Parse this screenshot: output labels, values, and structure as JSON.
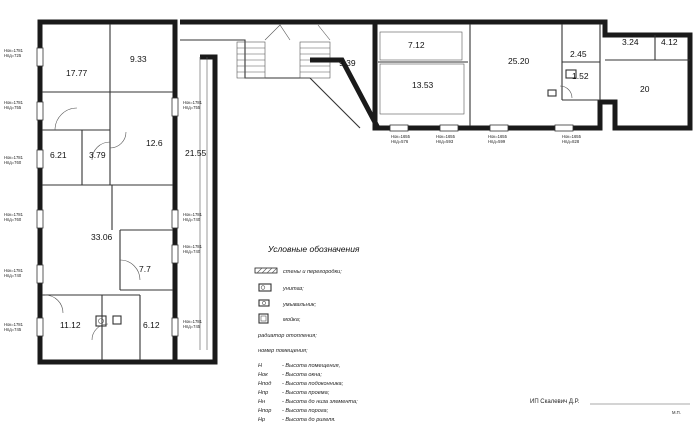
{
  "rooms": [
    {
      "id": "r1",
      "area": "17.77"
    },
    {
      "id": "r2",
      "area": "9.33"
    },
    {
      "id": "r3",
      "area": "6.21"
    },
    {
      "id": "r4",
      "area": "3.79"
    },
    {
      "id": "r5",
      "area": "12.6"
    },
    {
      "id": "r6",
      "area": "21.55"
    },
    {
      "id": "r7",
      "area": "33.06"
    },
    {
      "id": "r8",
      "area": "7.7"
    },
    {
      "id": "r9",
      "area": "11.12"
    },
    {
      "id": "r10",
      "area": "6.12"
    },
    {
      "id": "r11",
      "area": "9.39"
    },
    {
      "id": "r12",
      "area": "7.12"
    },
    {
      "id": "r13",
      "area": "13.53"
    },
    {
      "id": "r14",
      "area": "25.20"
    },
    {
      "id": "r15",
      "area": "2.45"
    },
    {
      "id": "r16",
      "area": "1.52"
    },
    {
      "id": "r17",
      "area": "3.24"
    },
    {
      "id": "r18",
      "area": "4.12"
    },
    {
      "id": "r19",
      "area": "20"
    }
  ],
  "window_marks": {
    "left": [
      {
        "h1": "Hок=1781",
        "h2": "Hпд=725"
      },
      {
        "h1": "Hок=1781",
        "h2": "Hпд=755"
      },
      {
        "h1": "Hок=1781",
        "h2": "Hпд=760"
      },
      {
        "h1": "Hок=1781",
        "h2": "Hпд=760"
      },
      {
        "h1": "Hок=1781",
        "h2": "Hпд=740"
      },
      {
        "h1": "Hок=1781",
        "h2": "Hпд=745"
      }
    ],
    "middle": [
      {
        "h1": "Hок=1781",
        "h2": "Hпд=755"
      },
      {
        "h1": "Hок=1781",
        "h2": "Hпд=740"
      },
      {
        "h1": "Hок=1781",
        "h2": "Hпд=740"
      },
      {
        "h1": "Hок=1781",
        "h2": "Hпд=745"
      }
    ],
    "bottom": [
      {
        "h1": "Hок=1655",
        "h2": "Hпд=576"
      },
      {
        "h1": "Hок=1655",
        "h2": "Hпд=593"
      },
      {
        "h1": "Hок=1655",
        "h2": "Hпд=599"
      },
      {
        "h1": "Hок=1655",
        "h2": "Hпд=828"
      }
    ]
  },
  "legend": {
    "title": "Условные обозначения",
    "items": [
      "стены и перегородки;",
      "унитаз;",
      "умывальник;",
      "мойка;",
      "радиатор отопления;",
      "номер помещения;"
    ],
    "abbreviations": [
      {
        "key": "H",
        "text": "- Высота помещения,"
      },
      {
        "key": "Hок",
        "text": "- Высота окна;"
      },
      {
        "key": "Hпод",
        "text": "- Высота подоконника;"
      },
      {
        "key": "Hпр",
        "text": "- Высота проема;"
      },
      {
        "key": "Hн",
        "text": "- Высота до низа элемента;"
      },
      {
        "key": "Hпор",
        "text": "- Высота порога;"
      },
      {
        "key": "Hр",
        "text": "- Высота до ригеля."
      }
    ]
  },
  "signature": {
    "name": "ИП Скалевич Д.Р.",
    "stamp": "М.П."
  }
}
